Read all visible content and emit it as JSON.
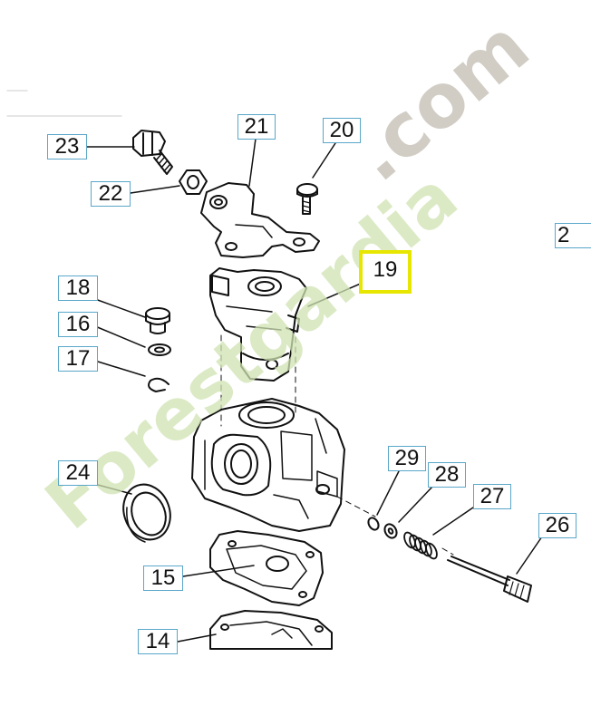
{
  "callouts": {
    "p23": "23",
    "p22": "22",
    "p21": "21",
    "p20": "20",
    "p2x": "2",
    "p19": "19",
    "p18": "18",
    "p16": "16",
    "p17": "17",
    "p24": "24",
    "p29": "29",
    "p28": "28",
    "p27": "27",
    "p26": "26",
    "p15": "15",
    "p14": "14"
  },
  "highlighted_part": "19",
  "watermark": {
    "text_a": "Forestgardia",
    "text_b": ".com"
  },
  "colors": {
    "callout_border": "#5aa7c8",
    "highlight_border": "#e6e600",
    "line_art": "#111111",
    "watermark_green": "#cfe3b2",
    "watermark_orange": "#f2b070",
    "watermark_grey": "#cdc8bf"
  }
}
